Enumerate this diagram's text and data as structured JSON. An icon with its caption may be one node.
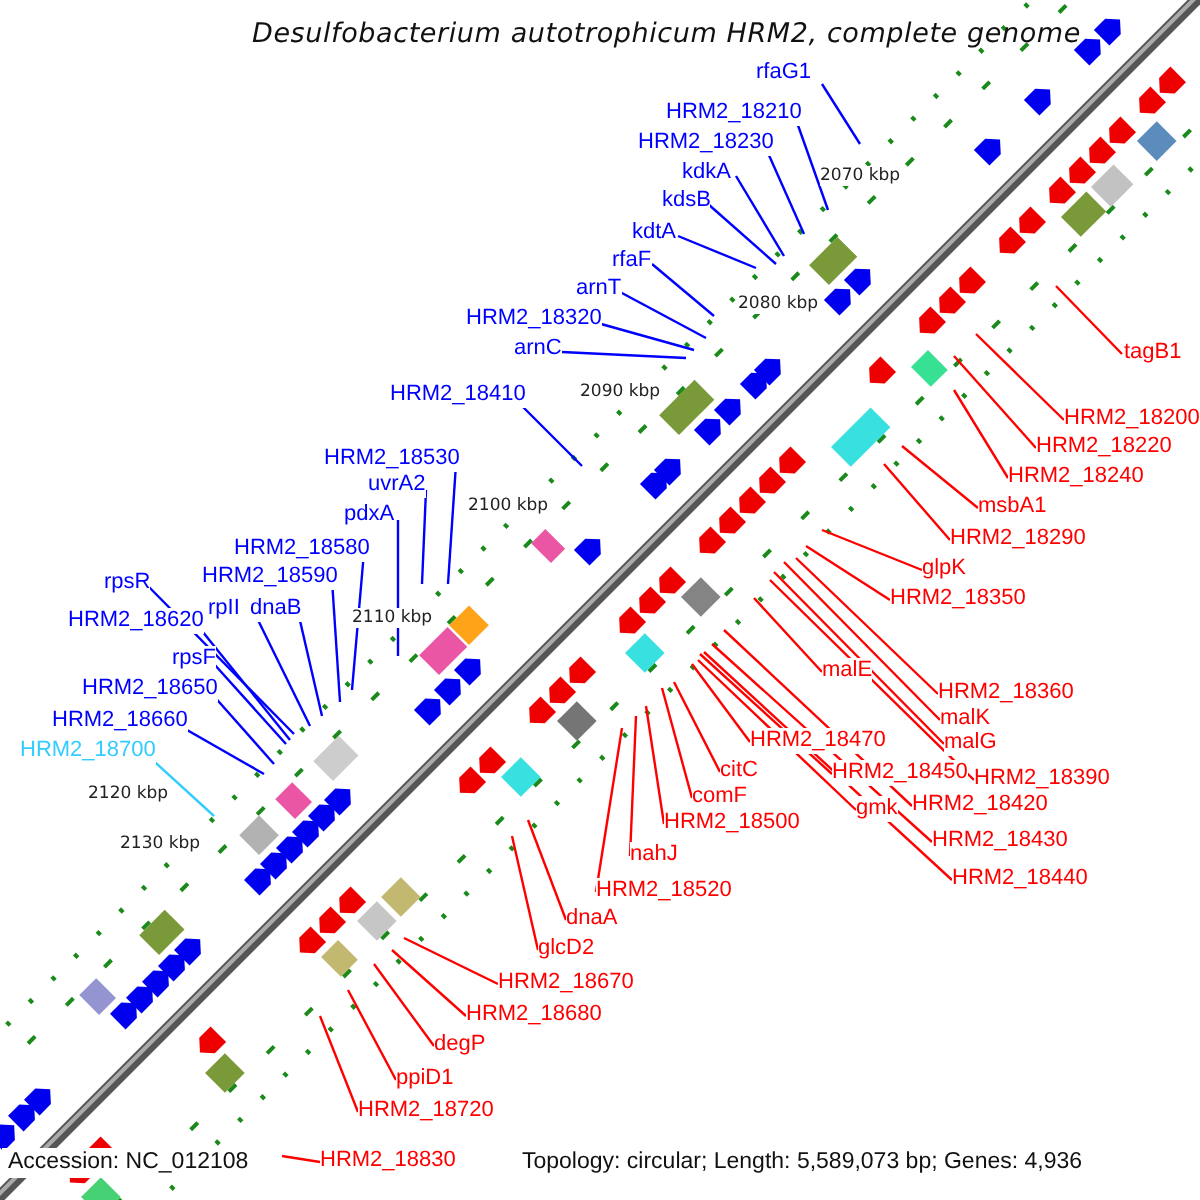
{
  "diagram": {
    "title": "Desulfobacterium autotrophicum HRM2, complete genome",
    "nodes": [
      {
        "text": [
          "rfaG1"
        ]
      },
      {
        "text": [
          "HRM2_18210"
        ]
      },
      {
        "text": [
          "HRM2_18230"
        ]
      },
      {
        "text": [
          "kdkA"
        ]
      },
      {
        "text": [
          "kdsB"
        ]
      },
      {
        "text": [
          "kdtA"
        ]
      },
      {
        "text": [
          "rfaF"
        ]
      },
      {
        "text": [
          "arnT"
        ]
      },
      {
        "text": [
          "HRM2_18320"
        ]
      },
      {
        "text": [
          "arnC"
        ]
      },
      {
        "text": [
          "HRM2_18410"
        ]
      },
      {
        "text": [
          "HRM2_18530"
        ]
      },
      {
        "text": [
          "uvrA2"
        ]
      },
      {
        "text": [
          "pdxA"
        ]
      },
      {
        "text": [
          "HRM2_18580"
        ]
      },
      {
        "text": [
          "HRM2_18590"
        ]
      },
      {
        "text": [
          "rpsR"
        ]
      },
      {
        "text": [
          "rpII"
        ]
      },
      {
        "text": [
          "dnaB"
        ]
      },
      {
        "text": [
          "HRM2_18620"
        ]
      },
      {
        "text": [
          "rpsF"
        ]
      },
      {
        "text": [
          "HRM2_18650"
        ]
      },
      {
        "text": [
          "HRM2_18660"
        ]
      },
      {
        "text": [
          "HRM2_18700"
        ]
      },
      {
        "text": [
          "tagB1"
        ]
      },
      {
        "text": [
          "HRM2_18200"
        ]
      },
      {
        "text": [
          "HRM2_18220"
        ]
      },
      {
        "text": [
          "HRM2_18240"
        ]
      },
      {
        "text": [
          "msbA1"
        ]
      },
      {
        "text": [
          "HRM2_18290"
        ]
      },
      {
        "text": [
          "glpK"
        ]
      },
      {
        "text": [
          "HRM2_18350"
        ]
      },
      {
        "text": [
          "malE"
        ]
      },
      {
        "text": [
          "HRM2_18360"
        ]
      },
      {
        "text": [
          "malK"
        ]
      },
      {
        "text": [
          "HRM2_18470"
        ]
      },
      {
        "text": [
          "malG"
        ]
      },
      {
        "text": [
          "citC"
        ]
      },
      {
        "text": [
          "HRM2_18450"
        ]
      },
      {
        "text": [
          "HRM2_18390"
        ]
      },
      {
        "text": [
          "comF"
        ]
      },
      {
        "text": [
          "HRM2_18420"
        ]
      },
      {
        "text": [
          "gmk"
        ]
      },
      {
        "text": [
          "HRM2_18500"
        ]
      },
      {
        "text": [
          "HRM2_18430"
        ]
      },
      {
        "text": [
          "nahJ"
        ]
      },
      {
        "text": [
          "HRM2_18440"
        ]
      },
      {
        "text": [
          "HRM2_18520"
        ]
      },
      {
        "text": [
          "dnaA"
        ]
      },
      {
        "text": [
          "glcD2"
        ]
      },
      {
        "text": [
          "HRM2_18670"
        ]
      },
      {
        "text": [
          "HRM2_18680"
        ]
      },
      {
        "text": [
          "degP"
        ]
      },
      {
        "text": [
          "ppiD1"
        ]
      },
      {
        "text": [
          "HRM2_18720"
        ]
      },
      {
        "text": [
          "HRM2_18830"
        ]
      }
    ],
    "edges": [
      {
        "from": 0,
        "to": null,
        "arrow": "none",
        "color": "#0000ff"
      },
      {
        "from": 1,
        "to": null,
        "arrow": "none",
        "color": "#0000ff"
      },
      {
        "from": 2,
        "to": null,
        "arrow": "none",
        "color": "#0000ff"
      },
      {
        "from": 3,
        "to": null,
        "arrow": "none",
        "color": "#0000ff"
      },
      {
        "from": 4,
        "to": null,
        "arrow": "none",
        "color": "#0000ff"
      },
      {
        "from": 5,
        "to": null,
        "arrow": "none",
        "color": "#0000ff"
      },
      {
        "from": 6,
        "to": null,
        "arrow": "none",
        "color": "#0000ff"
      },
      {
        "from": 7,
        "to": null,
        "arrow": "none",
        "color": "#0000ff"
      },
      {
        "from": 8,
        "to": null,
        "arrow": "none",
        "color": "#0000ff"
      },
      {
        "from": 9,
        "to": null,
        "arrow": "none",
        "color": "#0000ff"
      },
      {
        "from": 10,
        "to": null,
        "arrow": "none",
        "color": "#0000ff"
      },
      {
        "from": 11,
        "to": null,
        "arrow": "none",
        "color": "#0000ff"
      },
      {
        "from": 12,
        "to": null,
        "arrow": "none",
        "color": "#0000ff"
      },
      {
        "from": 13,
        "to": null,
        "arrow": "none",
        "color": "#0000ff"
      },
      {
        "from": 14,
        "to": null,
        "arrow": "none",
        "color": "#0000ff"
      },
      {
        "from": 15,
        "to": null,
        "arrow": "none",
        "color": "#0000ff"
      },
      {
        "from": 16,
        "to": null,
        "arrow": "none",
        "color": "#0000ff"
      },
      {
        "from": 17,
        "to": null,
        "arrow": "none",
        "color": "#0000ff"
      },
      {
        "from": 18,
        "to": null,
        "arrow": "none",
        "color": "#0000ff"
      },
      {
        "from": 19,
        "to": null,
        "arrow": "none",
        "color": "#0000ff"
      },
      {
        "from": 20,
        "to": null,
        "arrow": "none",
        "color": "#0000ff"
      },
      {
        "from": 21,
        "to": null,
        "arrow": "none",
        "color": "#0000ff"
      },
      {
        "from": 22,
        "to": null,
        "arrow": "none",
        "color": "#0000ff"
      },
      {
        "from": 23,
        "to": null,
        "arrow": "none",
        "color": "#33ccff"
      },
      {
        "from": 24,
        "to": null,
        "arrow": "none"
      },
      {
        "from": 25,
        "to": null,
        "arrow": "none"
      },
      {
        "from": 26,
        "to": null,
        "arrow": "none"
      },
      {
        "from": 27,
        "to": null,
        "arrow": "none"
      },
      {
        "from": 28,
        "to": null,
        "arrow": "none"
      },
      {
        "from": 29,
        "to": null,
        "arrow": "none"
      },
      {
        "from": 30,
        "to": null,
        "arrow": "none"
      },
      {
        "from": 31,
        "to": null,
        "arrow": "none"
      },
      {
        "from": 32,
        "to": null,
        "arrow": "none"
      },
      {
        "from": 33,
        "to": null,
        "arrow": "none"
      },
      {
        "from": 34,
        "to": null,
        "arrow": "none"
      },
      {
        "from": 35,
        "to": null,
        "arrow": "none"
      },
      {
        "from": 36,
        "to": null,
        "arrow": "none"
      },
      {
        "from": 37,
        "to": null,
        "arrow": "none"
      },
      {
        "from": 38,
        "to": null,
        "arrow": "none"
      },
      {
        "from": 39,
        "to": null,
        "arrow": "none"
      },
      {
        "from": 40,
        "to": null,
        "arrow": "none"
      },
      {
        "from": 41,
        "to": null,
        "arrow": "none"
      },
      {
        "from": 42,
        "to": null,
        "arrow": "none"
      },
      {
        "from": 43,
        "to": null,
        "arrow": "none"
      },
      {
        "from": 44,
        "to": null,
        "arrow": "none"
      },
      {
        "from": 45,
        "to": null,
        "arrow": "none"
      },
      {
        "from": 46,
        "to": null,
        "arrow": "none"
      },
      {
        "from": 47,
        "to": null,
        "arrow": "none"
      },
      {
        "from": 48,
        "to": null,
        "arrow": "none"
      },
      {
        "from": 49,
        "to": null,
        "arrow": "none"
      },
      {
        "from": 50,
        "to": null,
        "arrow": "none"
      },
      {
        "from": 51,
        "to": null,
        "arrow": "none"
      },
      {
        "from": 52,
        "to": null,
        "arrow": "none"
      },
      {
        "from": 53,
        "to": null,
        "arrow": "none"
      },
      {
        "from": 54,
        "to": null,
        "arrow": "none"
      },
      {
        "from": 55,
        "to": null,
        "arrow": "none"
      }
    ],
    "labels": [
      "2070 kbp",
      "2080 kbp",
      "2090 kbp",
      "2100 kbp",
      "2110 kbp",
      "2120 kbp",
      "2130 kbp",
      "Accession: NC_012108",
      "Topology: circular; Length: 5,589,073 bp; Genes: 4,936"
    ]
  }
}
